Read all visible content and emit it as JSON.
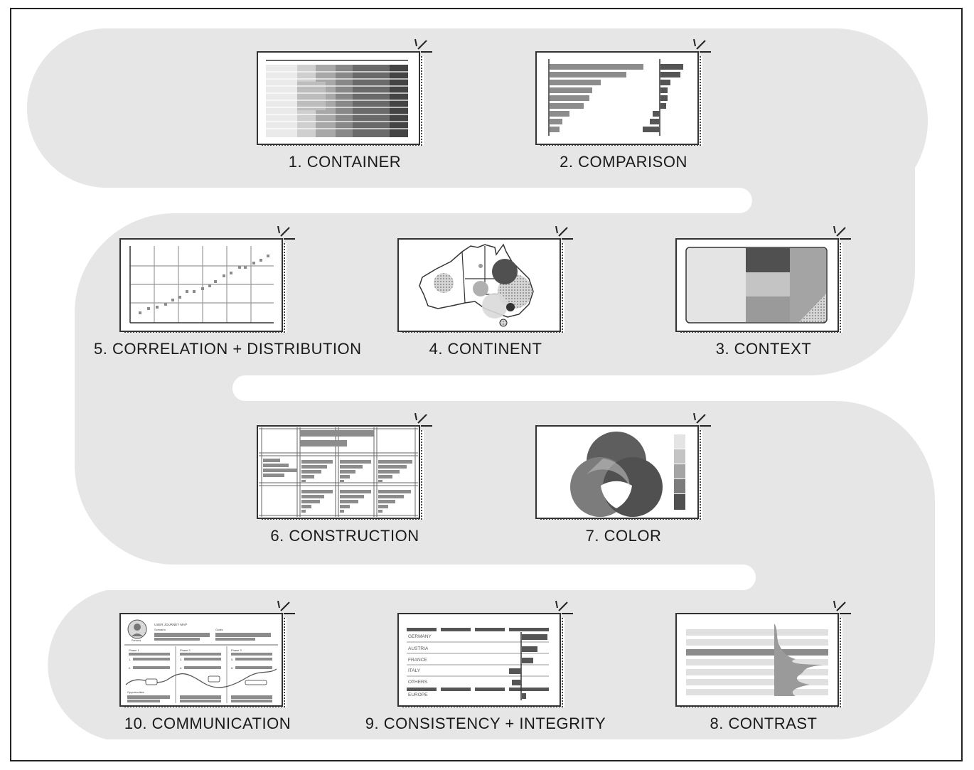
{
  "steps": [
    {
      "label": "1. CONTAINER"
    },
    {
      "label": "2. COMPARISON"
    },
    {
      "label": "3. CONTEXT"
    },
    {
      "label": "4. CONTINENT"
    },
    {
      "label": "5. CORRELATION + DISTRIBUTION"
    },
    {
      "label": "6. CONSTRUCTION"
    },
    {
      "label": "7. COLOR"
    },
    {
      "label": "8. CONTRAST"
    },
    {
      "label": "9. CONSISTENCY + INTEGRITY"
    },
    {
      "label": "10. COMMUNICATION"
    }
  ],
  "comm_card": {
    "title": "USER JOURNEY MAP",
    "scenario": "Scenario",
    "goals": "Goals",
    "persona": "Persona",
    "phases": [
      "Phase 1",
      "Phase 2",
      "Phase 3"
    ],
    "numbers": [
      "1.",
      "2.",
      "3.",
      "4.",
      "5.",
      "6."
    ],
    "opportunities": "Opportunities"
  },
  "consistency_card": {
    "rows": [
      "GERMANY",
      "AUSTRIA",
      "FRANCE",
      "ITALY",
      "OTHERS",
      "EUROPE"
    ]
  },
  "colors": {
    "path": "#e6e6e6",
    "dark": "#505050",
    "mid": "#8c8c8c",
    "light": "#c4c4c4"
  }
}
